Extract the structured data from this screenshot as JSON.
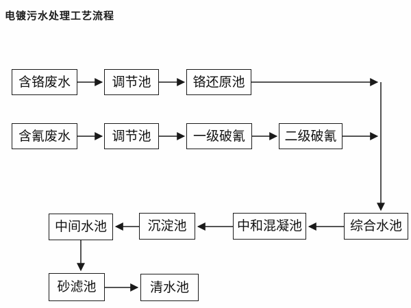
{
  "title": "电镀污水处理工艺流程",
  "colors": {
    "line": "#1a1a1a",
    "node_border": "#1a1a1a",
    "node_fill": "#fefefe",
    "background": "#fefefe",
    "text": "#111111"
  },
  "flowchart": {
    "nodes": [
      {
        "id": "chrome-wastewater",
        "label": "含铬废水"
      },
      {
        "id": "regulating-tank-chrome",
        "label": "调节池"
      },
      {
        "id": "chrome-reduction-tank",
        "label": "铬还原池"
      },
      {
        "id": "cyanide-wastewater",
        "label": "含氰废水"
      },
      {
        "id": "regulating-tank-cyanide",
        "label": "调节池"
      },
      {
        "id": "primary-cyanide-break",
        "label": "一级破氰"
      },
      {
        "id": "secondary-cyanide-break",
        "label": "二级破氰"
      },
      {
        "id": "comprehensive-water-tank",
        "label": "综合水池"
      },
      {
        "id": "neutralize-coagulate-tank",
        "label": "中和混凝池"
      },
      {
        "id": "sedimentation-tank",
        "label": "沉淀池"
      },
      {
        "id": "intermediate-water-tank",
        "label": "中间水池"
      },
      {
        "id": "sand-filter-tank",
        "label": "砂滤池"
      },
      {
        "id": "clean-water-tank",
        "label": "清水池"
      }
    ],
    "edges": [
      {
        "from": "含铬废水",
        "to": "调节池"
      },
      {
        "from": "调节池",
        "to": "铬还原池"
      },
      {
        "from": "铬还原池",
        "to": "综合水池"
      },
      {
        "from": "含氰废水",
        "to": "调节池"
      },
      {
        "from": "调节池",
        "to": "一级破氰"
      },
      {
        "from": "一级破氰",
        "to": "二级破氰"
      },
      {
        "from": "二级破氰",
        "to": "综合水池"
      },
      {
        "from": "综合水池",
        "to": "中和混凝池"
      },
      {
        "from": "中和混凝池",
        "to": "沉淀池"
      },
      {
        "from": "沉淀池",
        "to": "中间水池"
      },
      {
        "from": "中间水池",
        "to": "砂滤池"
      },
      {
        "from": "砂滤池",
        "to": "清水池"
      }
    ]
  }
}
